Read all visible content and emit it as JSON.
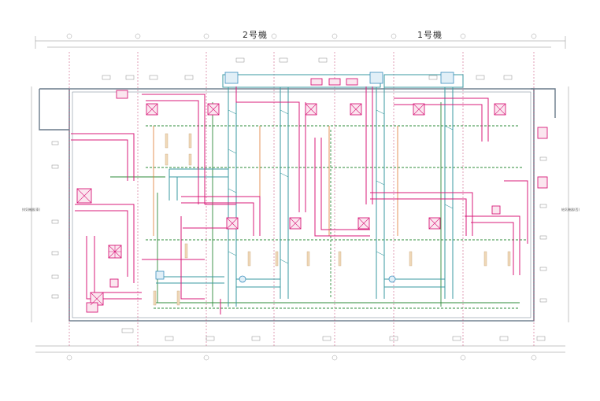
{
  "drawing": {
    "units": [
      {
        "label": "2号機"
      },
      {
        "label": "1号機"
      }
    ],
    "left_side_note": "排気機器(東)",
    "right_side_note": "給気機器(西)"
  },
  "palette": {
    "duct": "#d81b7a",
    "pipe_green": "#2e8b3a",
    "duct_teal": "#3a9aa0",
    "cyan_duct": "#3a8fbf",
    "orange_line": "#e07830",
    "wall": "#6a7a8a",
    "grid": "#c03a6a",
    "fixture": "#f0d9b8"
  }
}
